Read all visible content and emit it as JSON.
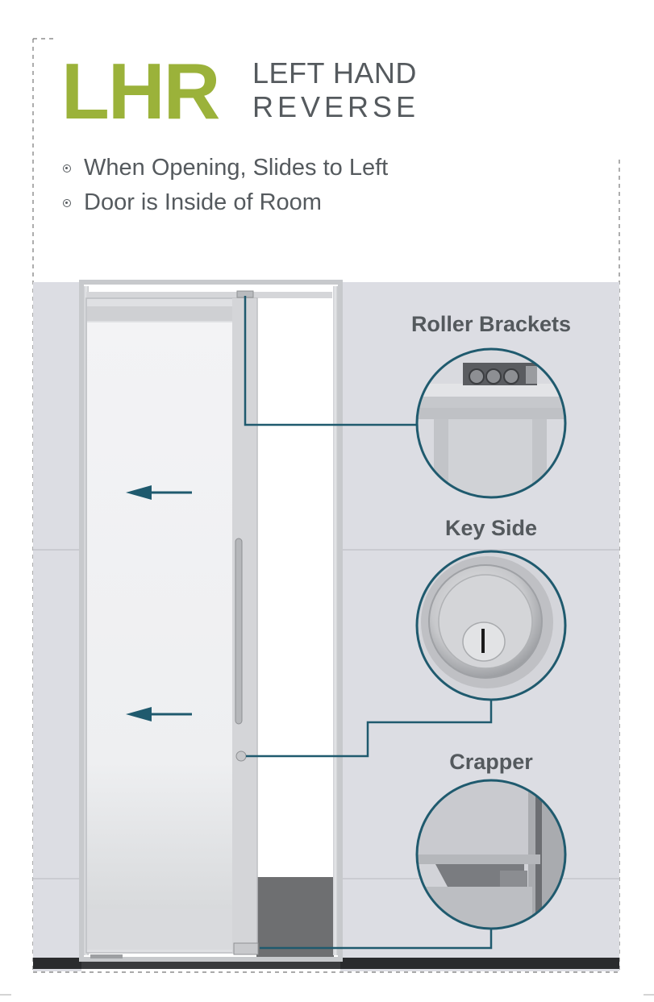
{
  "title": {
    "code": "LHR",
    "line1": "LEFT HAND",
    "line2": "REVERSE"
  },
  "bullets": [
    {
      "text": "When Opening, Slides to Left"
    },
    {
      "text": "Door is Inside of Room"
    }
  ],
  "callouts": [
    {
      "label": "Roller Brackets"
    },
    {
      "label": "Key Side"
    },
    {
      "label": "Crapper"
    }
  ],
  "colors": {
    "accent_green": "#9bb23a",
    "leader_line": "#1f5a6e",
    "text_gray": "#555a5e",
    "wall": "#dcdde3"
  }
}
